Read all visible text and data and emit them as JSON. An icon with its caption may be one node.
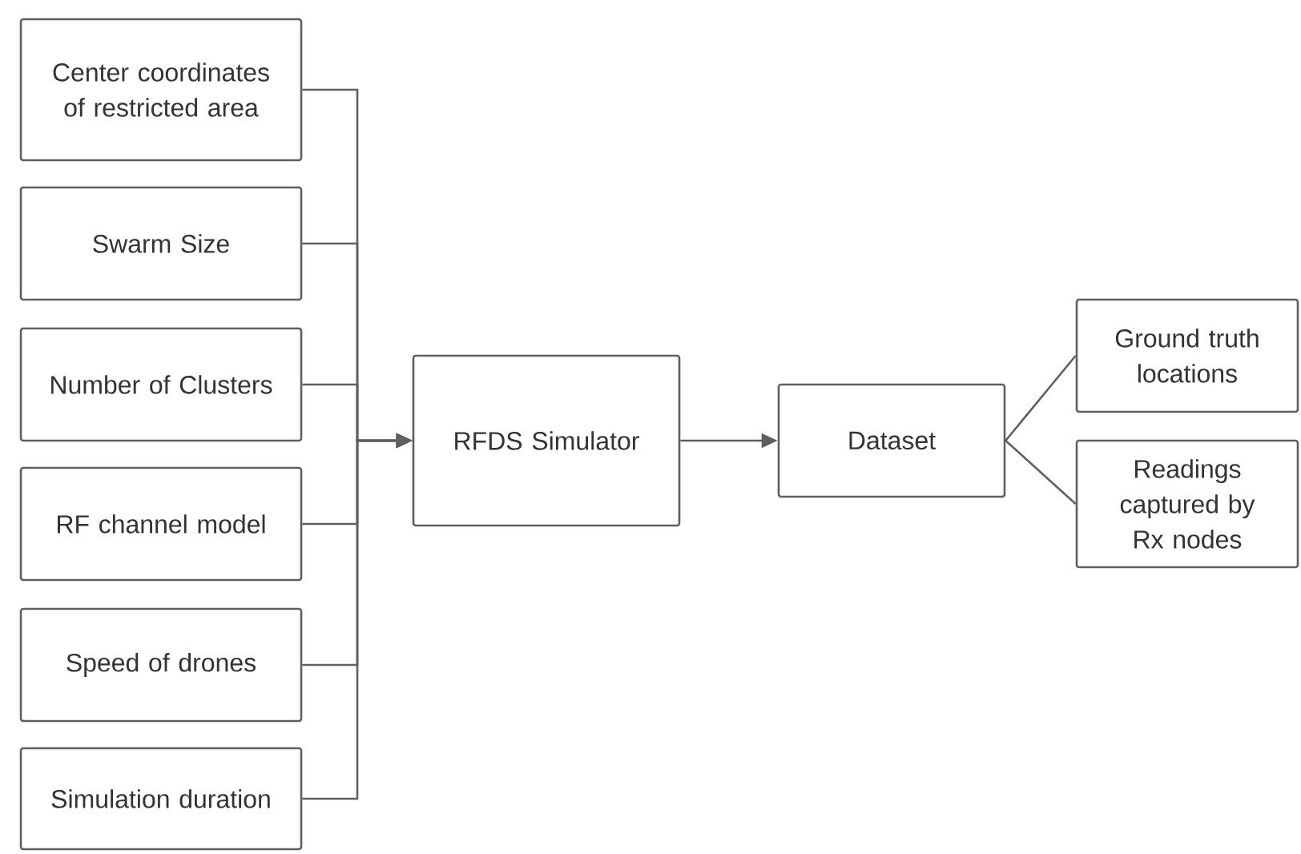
{
  "diagram": {
    "nodes": [
      {
        "text": [
          "Center coordinates of restricted area"
        ]
      },
      {
        "text": [
          "Swarm Size"
        ]
      },
      {
        "text": [
          "Number of Clusters"
        ]
      },
      {
        "text": [
          "RF channel model"
        ]
      },
      {
        "text": [
          "Speed of drones"
        ]
      },
      {
        "text": [
          "Simulation duration"
        ]
      },
      {
        "text": [
          "RFDS Simulator"
        ]
      },
      {
        "text": [
          "Dataset"
        ]
      },
      {
        "text": [
          "Ground truth locations"
        ]
      },
      {
        "text": [
          "Readings captured by Rx nodes"
        ]
      }
    ],
    "edges": [
      {
        "from": 0,
        "to": 6,
        "arrow": "to"
      },
      {
        "from": 1,
        "to": 6,
        "arrow": "to"
      },
      {
        "from": 2,
        "to": 6,
        "arrow": "to"
      },
      {
        "from": 3,
        "to": 6,
        "arrow": "to"
      },
      {
        "from": 4,
        "to": 6,
        "arrow": "to"
      },
      {
        "from": 5,
        "to": 6,
        "arrow": "to"
      },
      {
        "from": 6,
        "to": 7,
        "arrow": "to"
      },
      {
        "from": 7,
        "to": 8,
        "arrow": "none"
      },
      {
        "from": 7,
        "to": 9,
        "arrow": "none"
      }
    ]
  }
}
